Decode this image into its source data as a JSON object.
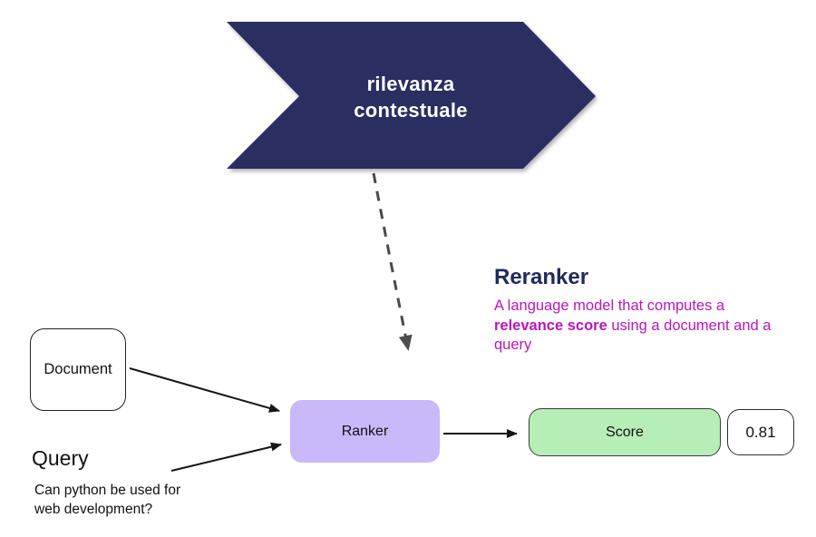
{
  "banner": {
    "label_line1": "rilevanza",
    "label_line2": "contestuale",
    "fill": "#2a2f60",
    "text_color": "#ffffff"
  },
  "annotation": {
    "title": "Reranker",
    "title_color": "#1f2a5a",
    "body_color": "#bb16bb",
    "body_line1": "A language model that computes a",
    "body_line2_bold": "relevance score",
    "body_line2_rest": " using a document and a",
    "body_line3": "query"
  },
  "nodes": {
    "document": {
      "label": "Document"
    },
    "query": {
      "label": "Query",
      "question_line1": "Can python be used for",
      "question_line2": "web development?"
    },
    "ranker": {
      "label": "Ranker",
      "fill": "#c9b8fa"
    },
    "score": {
      "label": "Score",
      "fill": "#b7edb7"
    },
    "score_value": {
      "value": "0.81"
    }
  }
}
